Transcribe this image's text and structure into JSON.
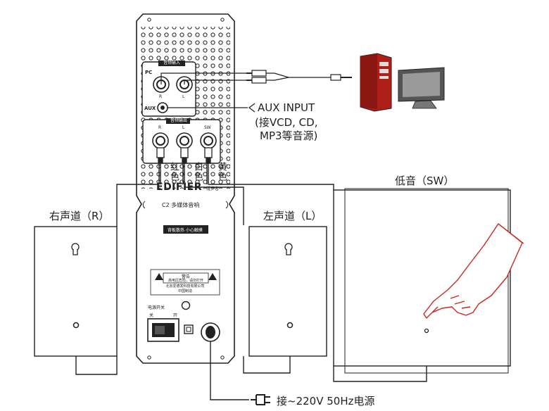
{
  "panel": {
    "input_group_label": "音频输入",
    "pc_label": "PC",
    "pc_r_label": "R",
    "pc_l_label": "L",
    "aux_label": "AUX",
    "output_group_label": "音频输出",
    "out_r_label": "R",
    "out_l_label": "L",
    "out_sw_label": "SW",
    "cable_red": "红色",
    "cable_white": "白色",
    "cable_yellow": "黄色",
    "brand": "EDIFIER",
    "brand_sub": "漫步者",
    "model": "C2 多媒体音响",
    "heat_notice": "背板散热  小心触摸",
    "warning_title": "警告",
    "warning_body": "高电压危险，请勿打开",
    "maker": "北京爱德发科技有限公司",
    "made_in": "中国制造",
    "power_switch_label": "电源开关",
    "switch_off": "关",
    "switch_on": "开"
  },
  "labels": {
    "aux_input": "AUX INPUT",
    "aux_input_sub1": "(接VCD, CD,",
    "aux_input_sub2": "MP3等音源)",
    "right_channel": "右声道（R）",
    "left_channel": "左声道（L）",
    "subwoofer": "低音（SW）",
    "power_source": "接~220V 50Hz电源"
  },
  "colors": {
    "line": "#222222",
    "accent_red": "#c8281e",
    "computer_red": "#b01e18",
    "computer_grey": "#8a8a8a"
  },
  "icons": [
    "power-plug-icon",
    "keyhole-icon",
    "pointing-hand-icon",
    "computer-tower-icon",
    "monitor-icon",
    "warning-triangle-icon",
    "rca-plug-icon",
    "audio-jack-icon"
  ]
}
